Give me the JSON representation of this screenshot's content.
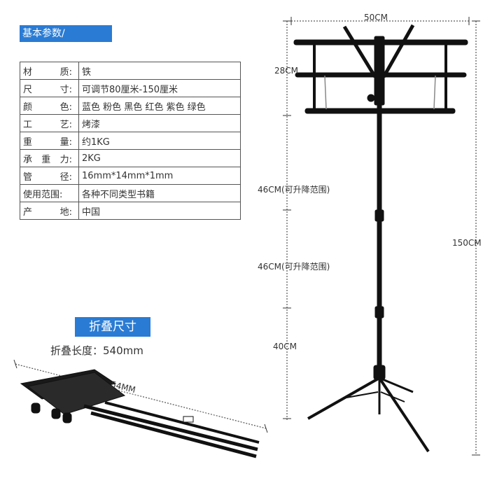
{
  "header": {
    "title": "基本参数/"
  },
  "specs": [
    {
      "key": [
        "材",
        "质:"
      ],
      "value": "铁"
    },
    {
      "key": [
        "尺",
        "寸:"
      ],
      "value": "可调节80厘米-150厘米"
    },
    {
      "key": [
        "颜",
        "色:"
      ],
      "value": "蓝色 粉色 黑色 红色 紫色 绿色"
    },
    {
      "key": [
        "工",
        "艺:"
      ],
      "value": "烤漆"
    },
    {
      "key": [
        "重",
        "量:"
      ],
      "value": "约1KG"
    },
    {
      "key": [
        "承",
        "重",
        "力:"
      ],
      "value": "2KG"
    },
    {
      "key": [
        "管",
        "径:"
      ],
      "value": "16mm*14mm*1mm"
    },
    {
      "key": [
        "使用范围:"
      ],
      "value": "各种不同类型书籍"
    },
    {
      "key": [
        "产",
        "地:"
      ],
      "value": "中国"
    }
  ],
  "folding": {
    "title": "折叠尺寸",
    "length": "折叠长度：540mm",
    "diagonal_dim": "54MM"
  },
  "dimensions": {
    "width": "50CM",
    "desk_height": "28CM",
    "section_1": "46CM(可升降范围)",
    "section_2": "46CM(可升降范围)",
    "base": "40CM",
    "total": "150CM"
  },
  "colors": {
    "accent": "#2a7bd3",
    "stand": "#111111"
  }
}
